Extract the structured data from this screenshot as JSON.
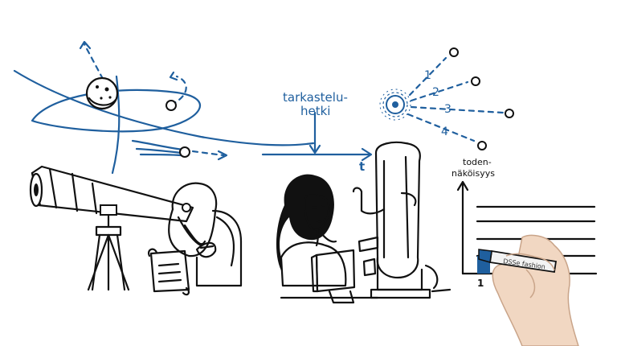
{
  "labels": {
    "observation_time_line1": "tarkastelu-",
    "observation_time_line2": "hetki",
    "time_axis": "t",
    "probability_line1": "toden-",
    "probability_line2": "näköisyys",
    "graph_tick": "1",
    "marker_brand": "DSSe fashion",
    "outcomes": [
      "1",
      "2",
      "3",
      "4"
    ]
  },
  "colors": {
    "ink": "#111111",
    "accent_blue": "#1f5f9e",
    "skin": "#f1d7c2"
  },
  "icons": [
    "telescope-icon",
    "astronomer-icon",
    "scientist-icon",
    "electron-microscope-icon",
    "hand-with-marker-icon",
    "planet-icon",
    "comet-icon"
  ]
}
